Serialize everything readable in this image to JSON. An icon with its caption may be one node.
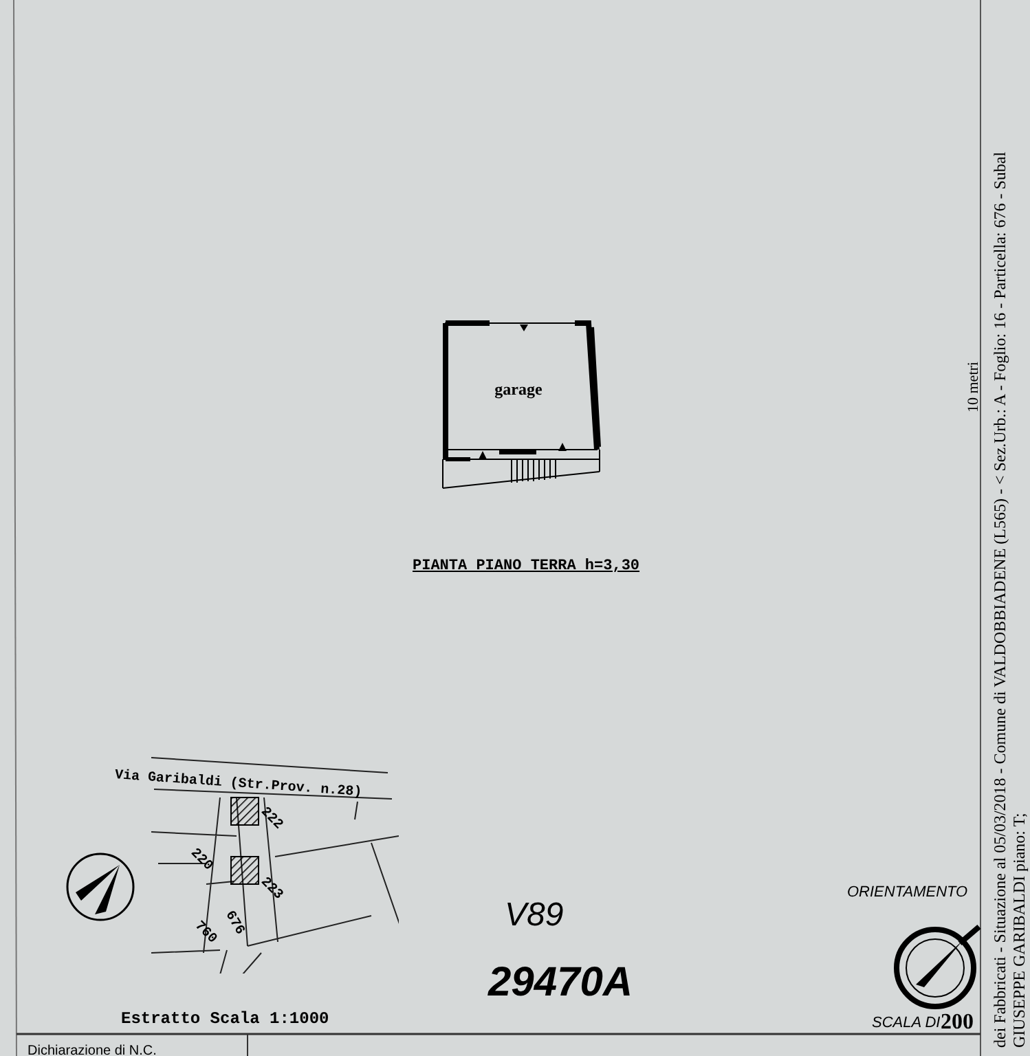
{
  "diagram": {
    "nodes": [
      {
        "text": [
          "garage"
        ]
      }
    ],
    "labels": [
      "PIANTA PIANO TERRA h=3,30",
      "Via Garibaldi (Str.Prov. n.28)",
      "222",
      "220",
      "223",
      "676",
      "760",
      "Estratto Scala 1:1000",
      "V89",
      "29470A",
      "ORIENTAMENTO",
      "SCALA DI",
      "200",
      "10 metri",
      "dei Fabbricati - Situazione al 05/03/2018 - Comune di VALDOBBIADENE (L565) - < Sez.Urb.: A - Foglio: 16 - Particella: 676 - Subal",
      "GIUSEPPE GARIBALDI piano: T;",
      "Dichiarazione di N.C."
    ]
  }
}
